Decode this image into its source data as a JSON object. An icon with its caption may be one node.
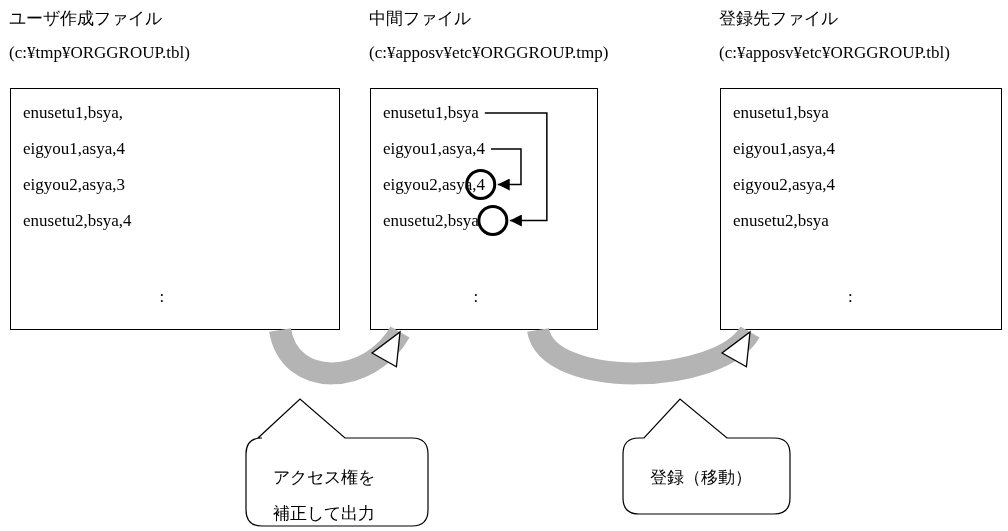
{
  "diagram": {
    "nodes": [
      {
        "text": [
          "ユーザ作成ファイル",
          "(c:¥tmp¥ORGGROUP.tbl)",
          "enusetu1,bsya,",
          "eigyou1,asya,4",
          "eigyou2,asya,3",
          "enusetu2,bsya,4",
          ":"
        ]
      },
      {
        "text": [
          "中間ファイル",
          "(c:¥apposv¥etc¥ORGGROUP.tmp)",
          ":"
        ]
      },
      {
        "text": [
          "enusetu1,bsya"
        ],
        "in": 1
      },
      {
        "text": [
          "eigyou1,asya,4"
        ],
        "in": 1
      },
      {
        "text": [
          "eigyou2,asya,4"
        ],
        "in": 1
      },
      {
        "text": [
          "enusetu2,bsya"
        ],
        "in": 1
      },
      {
        "text": [],
        "shape": "circle",
        "in": 1
      },
      {
        "text": [],
        "shape": "circle",
        "in": 1
      },
      {
        "text": [
          "登録先ファイル",
          "(c:¥apposv¥etc¥ORGGROUP.tbl)",
          "enusetu1,bsya",
          "eigyou1,asya,4",
          "eigyou2,asya,4",
          "enusetu2,bsya",
          ":"
        ]
      },
      {
        "text": [
          "アクセス権を補正して出力"
        ]
      },
      {
        "text": [
          "登録（移動）"
        ]
      }
    ],
    "edges": [
      {
        "from": 0,
        "to": 1,
        "arrow": "to",
        "style": "thick",
        "color": "#b4b4b4"
      },
      {
        "from": 1,
        "to": 8,
        "arrow": "to",
        "style": "thick",
        "color": "#b4b4b4"
      },
      {
        "from": 3,
        "to": 6,
        "arrow": "to",
        "color": "#000000"
      },
      {
        "from": 2,
        "to": 7,
        "arrow": "to",
        "color": "#000000"
      }
    ]
  }
}
